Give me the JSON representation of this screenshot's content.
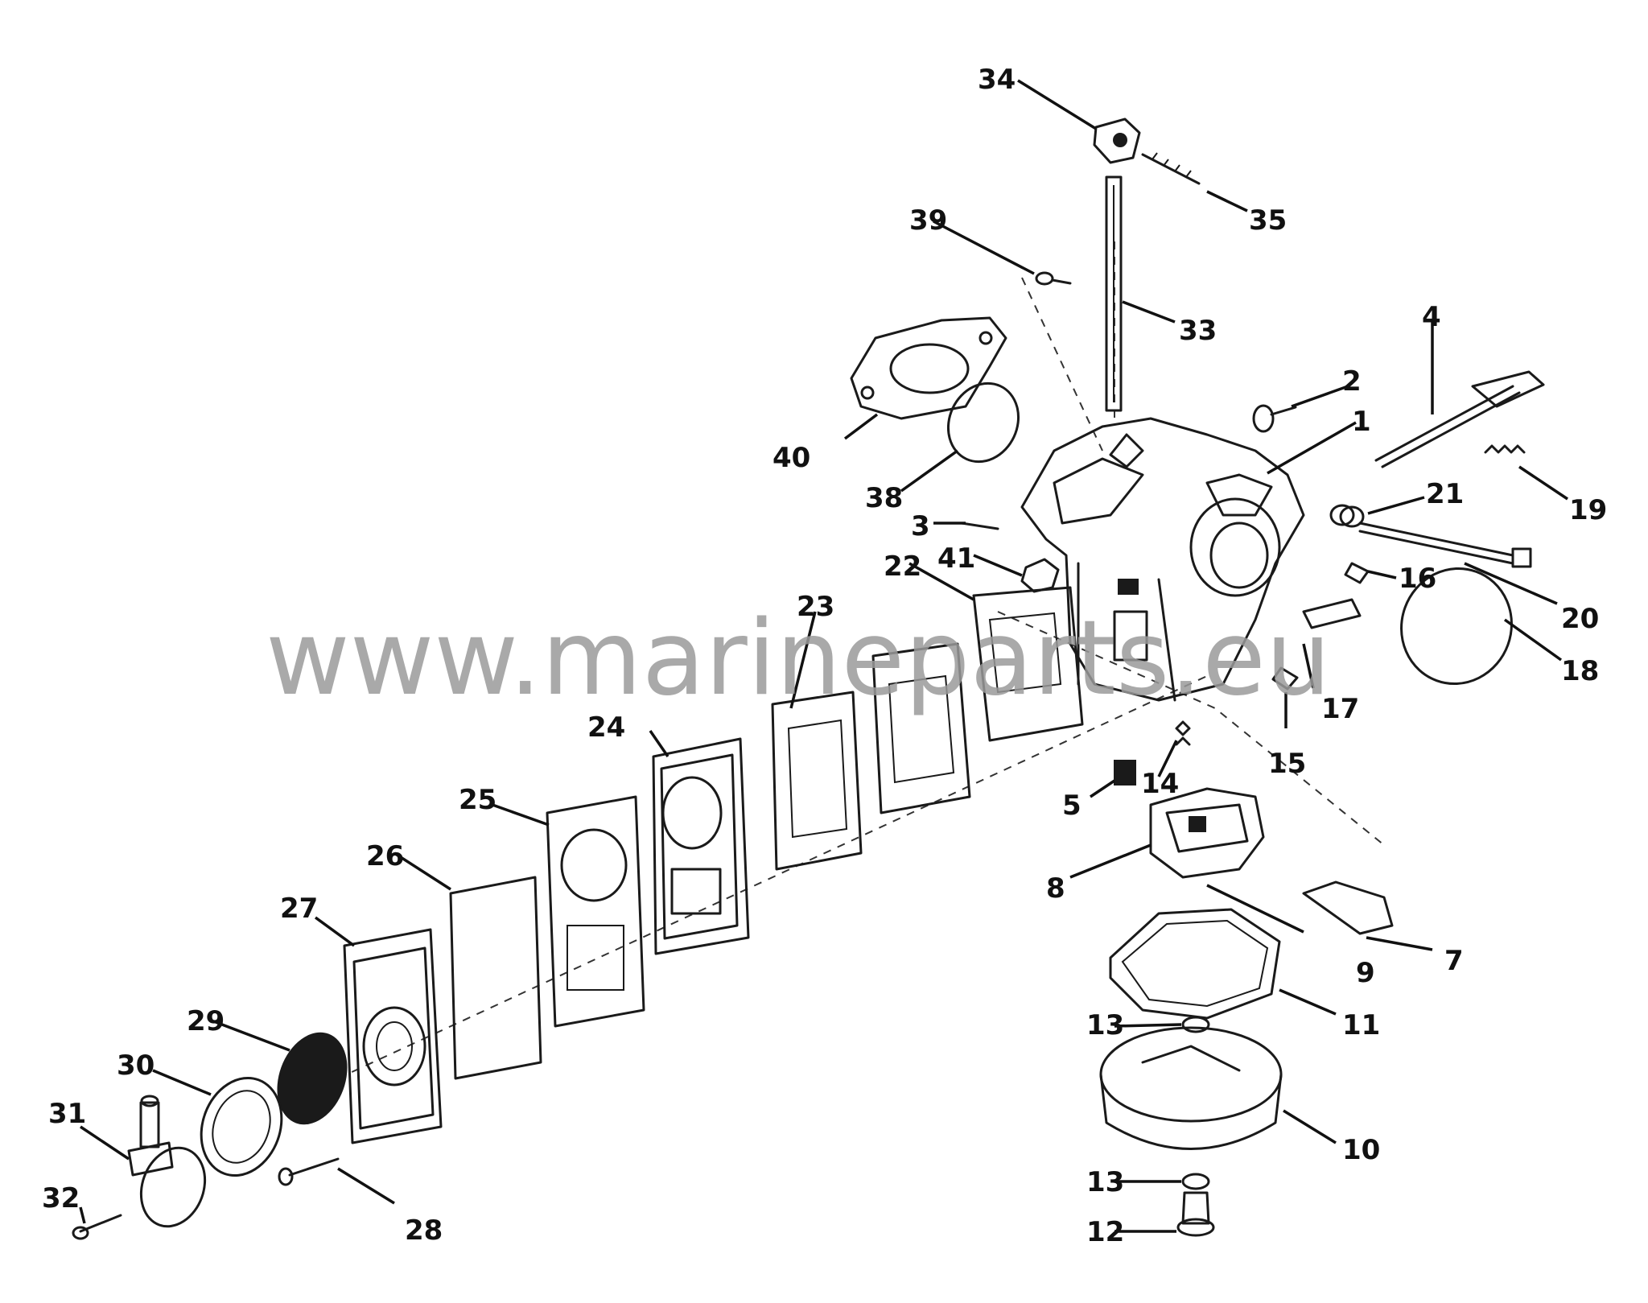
{
  "watermark": "www.marineparts.eu",
  "callouts": {
    "n1": "1",
    "n2": "2",
    "n3": "3",
    "n4": "4",
    "n5": "5",
    "n7": "7",
    "n8": "8",
    "n9": "9",
    "n10": "10",
    "n11": "11",
    "n12": "12",
    "n13a": "13",
    "n13b": "13",
    "n14": "14",
    "n15": "15",
    "n16": "16",
    "n17": "17",
    "n18": "18",
    "n19": "19",
    "n20": "20",
    "n21": "21",
    "n22": "22",
    "n23": "23",
    "n24": "24",
    "n25": "25",
    "n26": "26",
    "n27": "27",
    "n28": "28",
    "n29": "29",
    "n30": "30",
    "n31": "31",
    "n32": "32",
    "n33": "33",
    "n34": "34",
    "n35": "35",
    "n38": "38",
    "n39": "39",
    "n40": "40",
    "n41": "41"
  }
}
